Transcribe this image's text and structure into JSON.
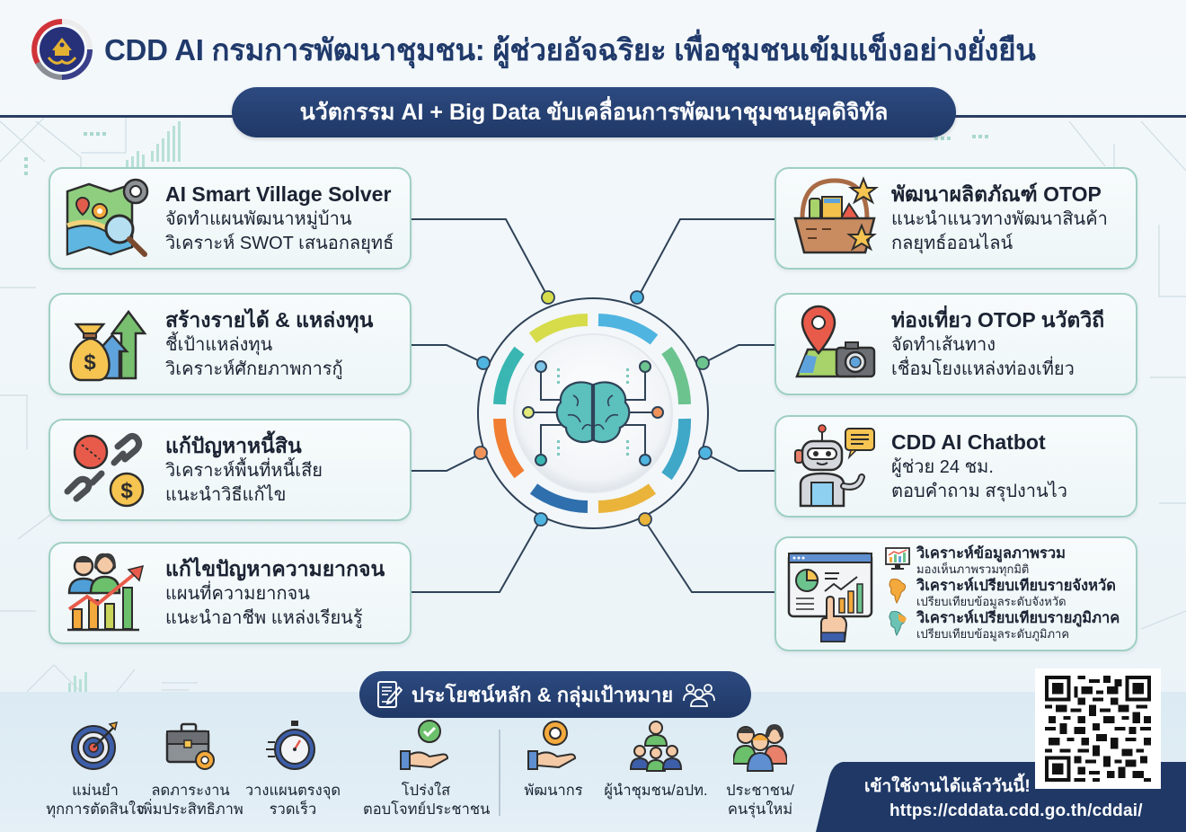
{
  "header": {
    "title": "CDD AI กรมการพัฒนาชุมชน: ผู้ช่วยอัจฉริยะ เพื่อชุมชนเข้มแข็งอย่างยั่งยืน",
    "logo_icon": "cdd-emblem-icon",
    "subtitle": "นวัตกรรม AI + Big Data ขับเคลื่อนการพัฒนาชุมชนยุคดิจิทัล"
  },
  "colors": {
    "navy": "#203a6b",
    "pill": "#1f3866",
    "card_border": "#9fcfc3",
    "hub_segments": [
      "#d6dc4a",
      "#4fb4e0",
      "#6cc38e",
      "#3fa7c8",
      "#eab43a",
      "#2f6fad",
      "#f07d32",
      "#3ab6b2"
    ]
  },
  "left_cards": [
    {
      "icon": "map-gear-magnifier-icon",
      "title": "AI Smart Village Solver",
      "lines": [
        "จัดทำแผนพัฒนาหมู่บ้าน",
        "วิเคราะห์ SWOT เสนอกลยุทธ์"
      ]
    },
    {
      "icon": "money-bag-growth-icon",
      "title": "สร้างรายได้ & แหล่งทุน",
      "lines": [
        "ชี้เป้าแหล่งทุน",
        "วิเคราะห์ศักยภาพการกู้"
      ]
    },
    {
      "icon": "broken-chain-debt-icon",
      "title": "แก้ปัญหาหนี้สิน",
      "lines": [
        "วิเคราะห์พื้นที่หนี้เสีย",
        "แนะนำวิธีแก้ไข"
      ]
    },
    {
      "icon": "people-growth-chart-icon",
      "title": "แก้ไขปัญหาความยากจน",
      "lines": [
        "แผนที่ความยากจน",
        "แนะนำอาชีพ แหล่งเรียนรู้"
      ]
    }
  ],
  "right_cards": [
    {
      "icon": "otop-basket-icon",
      "title": "พัฒนาผลิตภัณฑ์ OTOP",
      "lines": [
        "แนะนำแนวทางพัฒนาสินค้า",
        "กลยุทธ์ออนไลน์"
      ]
    },
    {
      "icon": "map-pin-camera-icon",
      "title": "ท่องเที่ยว OTOP นวัตวิถี",
      "lines": [
        "จัดทำเส้นทาง",
        "เชื่อมโยงแหล่งท่องเที่ยว"
      ]
    },
    {
      "icon": "robot-chatbot-icon",
      "title": "CDD AI Chatbot",
      "lines": [
        "ผู้ช่วย 24 ชม.",
        "ตอบคำถาม สรุปงานไว"
      ]
    }
  ],
  "analytics_card": {
    "icon": "dashboard-touch-icon",
    "items": [
      {
        "icon": "monitor-chart-icon",
        "title": "วิเคราะห์ข้อมูลภาพรวม",
        "desc": "มองเห็นภาพรวมทุกมิติ"
      },
      {
        "icon": "thailand-map-orange-icon",
        "title": "วิเคราะห์เปรียบเทียบรายจังหวัด",
        "desc": "เปรียบเทียบข้อมูลระดับจังหวัด"
      },
      {
        "icon": "thailand-map-regions-icon",
        "title": "วิเคราะห์เปรียบเทียบรายภูมิภาค",
        "desc": "เปรียบเทียบข้อมูลระดับภูมิภาค"
      }
    ]
  },
  "hub": {
    "icon": "ai-brain-circuit-icon"
  },
  "benefits_section": {
    "title": "ประโยชน์หลัก & กลุ่มเป้าหมาย",
    "left_icon": "document-pen-icon",
    "right_icon": "group-people-icon",
    "benefits": [
      {
        "icon": "target-icon",
        "lines": [
          "แม่นยำ",
          "ทุกการตัดสินใจ"
        ]
      },
      {
        "icon": "briefcase-gear-icon",
        "lines": [
          "ลดภาระงาน",
          "เพิ่มประสิทธิภาพ"
        ]
      },
      {
        "icon": "stopwatch-icon",
        "lines": [
          "วางแผนตรงจุด",
          "รวดเร็ว"
        ]
      },
      {
        "icon": "hand-check-icon",
        "lines": [
          "โปร่งใส",
          "ตอบโจทย์ประชาชน"
        ]
      }
    ],
    "targets": [
      {
        "icon": "hand-gear-icon",
        "lines": [
          "พัฒนากร"
        ]
      },
      {
        "icon": "community-leader-icon",
        "lines": [
          "ผู้นำชุมชน/อปท."
        ]
      },
      {
        "icon": "citizens-group-icon",
        "lines": [
          "ประชาชน/",
          "คนรุ่นใหม่"
        ]
      }
    ]
  },
  "cta": {
    "text": "เข้าใช้งานได้แล้ววันนี้!",
    "url": "https://cddata.cdd.go.th/cddai/",
    "qr_icon": "qr-code-icon"
  }
}
